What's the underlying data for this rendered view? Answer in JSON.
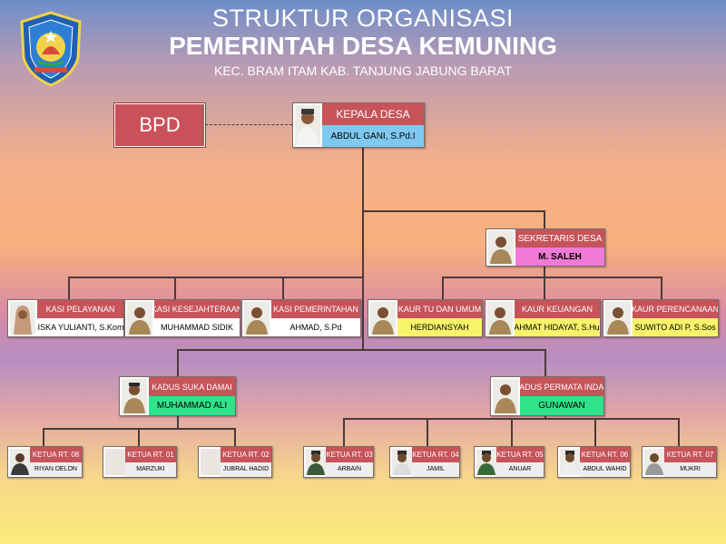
{
  "header": {
    "title_line1": "STRUKTUR ORGANISASI",
    "title_line2": "PEMERINTAH DESA KEMUNING",
    "title_line3": "KEC. BRAM ITAM KAB. TANJUNG JABUNG BARAT"
  },
  "bpd": {
    "label": "BPD"
  },
  "kepala": {
    "role": "KEPALA DESA",
    "name": "ABDUL GANI, S.Pd.I",
    "name_color": "#7fc8f0"
  },
  "sekretaris": {
    "role": "SEKRETARIS DESA",
    "name": "M. SALEH",
    "name_color": "#f07ad6"
  },
  "kasi": [
    {
      "role": "KASI PELAYANAN",
      "name": "SISKA YULIANTI, S.Kom.I"
    },
    {
      "role": "KASI KESEJAHTERAAN",
      "name": "MUHAMMAD SIDIK"
    },
    {
      "role": "KASI PEMERINTAHAN",
      "name": "AHMAD, S.Pd"
    }
  ],
  "kaur": [
    {
      "role": "KAUR TU DAN UMUM",
      "name": "HERDIANSYAH"
    },
    {
      "role": "KAUR KEUANGAN",
      "name": "RAHMAT HIDAYAT, S.Hum"
    },
    {
      "role": "KAUR PERENCANAAN",
      "name": "SUWITO ADI P, S.Sos"
    }
  ],
  "kaur_name_color": "#f7f36a",
  "kadus": [
    {
      "role": "KADUS SUKA DAMAI",
      "name": "MUHAMMAD ALI"
    },
    {
      "role": "KADUS PERMATA INDAH",
      "name": "GUNAWAN"
    }
  ],
  "kadus_name_color": "#2ee38a",
  "rt": [
    {
      "role": "KETUA RT. 08",
      "name": "RIYAN DELON"
    },
    {
      "role": "KETUA RT. 01",
      "name": "MARZUKI"
    },
    {
      "role": "KETUA RT. 02",
      "name": "JUBRAL HADID"
    },
    {
      "role": "KETUA RT. 03",
      "name": "ARBAIN"
    },
    {
      "role": "KETUA RT. 04",
      "name": "JAMIL"
    },
    {
      "role": "KETUA RT. 05",
      "name": "ANUAR"
    },
    {
      "role": "KETUA RT. 06",
      "name": "ABDUL WAHID"
    },
    {
      "role": "KETUA RT. 07",
      "name": "MUKRI"
    }
  ],
  "colors": {
    "role_bg": "#c65459",
    "connector": "#4a3a3a"
  },
  "icons": {
    "logo": "regency-emblem-icon",
    "photo": "person-photo-icon"
  }
}
